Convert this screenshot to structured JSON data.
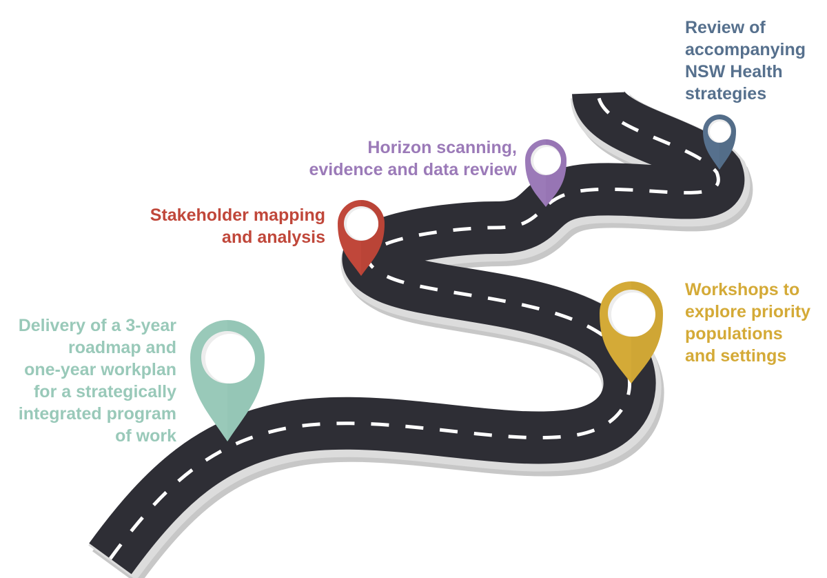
{
  "milestones": [
    {
      "id": "delivery",
      "lines": [
        "Delivery of a 3-year",
        "roadmap and",
        "one-year workplan",
        "for a strategically",
        "integrated program",
        "of work"
      ],
      "color": "#99c9b9",
      "color_dark": "#8bbfae",
      "icon": "map-pin-icon"
    },
    {
      "id": "stakeholder",
      "lines": [
        "Stakeholder mapping",
        "and analysis"
      ],
      "color": "#c0473a",
      "color_dark": "#a83b30",
      "icon": "map-pin-icon"
    },
    {
      "id": "horizon",
      "lines": [
        "Horizon scanning,",
        "evidence and data review"
      ],
      "color": "#9b7ab8",
      "color_dark": "#8a69a8",
      "icon": "map-pin-icon"
    },
    {
      "id": "review",
      "lines": [
        "Review of",
        "accompanying",
        "NSW Health",
        "strategies"
      ],
      "color": "#56708d",
      "color_dark": "#4a627d",
      "icon": "map-pin-icon"
    },
    {
      "id": "workshops",
      "lines": [
        "Workshops to",
        "explore priority",
        "populations",
        "and settings"
      ],
      "color": "#d4aa37",
      "color_dark": "#c19a2e",
      "icon": "map-pin-icon"
    }
  ],
  "road": {
    "surface_color": "#2e2e35",
    "edge_color": "#dcdcdc",
    "shadow_color": "#c7c7c7",
    "dash_color": "#ffffff"
  }
}
